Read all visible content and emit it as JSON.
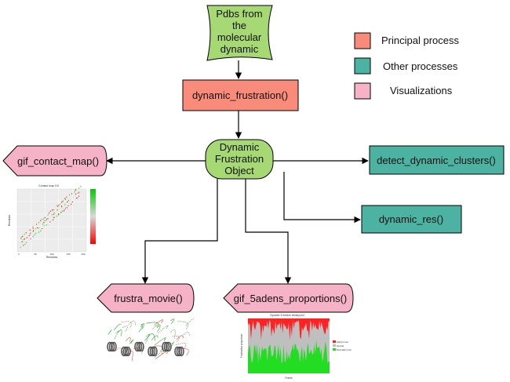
{
  "colors": {
    "principal": "#f98b7b",
    "other": "#4cb2a2",
    "visual": "#f6b3c8",
    "input": "#a6d873",
    "object": "#a6d873",
    "stroke": "#000000"
  },
  "nodes": {
    "input": [
      "Pdbs from",
      "the",
      "molecular",
      "dynamic"
    ],
    "dynamic_frustration": "dynamic_frustration()",
    "object": [
      "Dynamic",
      "Frustration",
      "Object"
    ],
    "gif_contact_map": "gif_contact_map()",
    "detect_dynamic_clusters": "detect_dynamic_clusters()",
    "dynamic_res": "dynamic_res()",
    "frustra_movie": "frustra_movie()",
    "gif_5adens_proportions": "gif_5adens_proportions()"
  },
  "legend": [
    {
      "label": "Principal process",
      "color_key": "principal"
    },
    {
      "label": "Other processes",
      "color_key": "other"
    },
    {
      "label": "Visualizations",
      "color_key": "visual"
    }
  ],
  "thumbnails": {
    "contact_map": {
      "title": "Contact map 0:5",
      "xlabel": "Residues",
      "ylabel": "Residues",
      "colorbar_colors": [
        "#00cc00",
        "#d9d9d9",
        "#ff0000"
      ],
      "ticks": [
        "0",
        "50",
        "100",
        "150",
        "200"
      ]
    },
    "proportions": {
      "title": "Dynamic 5 residue density plot",
      "xlabel": "Frame",
      "ylabel": "Frustration proportion",
      "legend": [
        "Highly frustr.",
        "Neutral",
        "Minimally frustr."
      ],
      "series_colors": [
        "#ff2222",
        "#bfbfbf",
        "#22dd22"
      ]
    },
    "movie": {
      "colors": [
        "#2ea02e",
        "#e05050",
        "#555555"
      ]
    }
  }
}
